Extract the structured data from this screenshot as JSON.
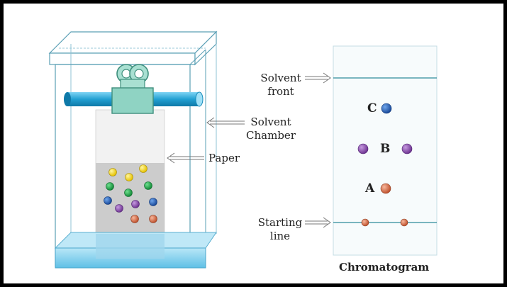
{
  "chamber_labels": {
    "solvent_chamber_line1": "Solvent",
    "solvent_chamber_line2": "Chamber",
    "paper": "Paper"
  },
  "chromatogram": {
    "solvent_front_line1": "Solvent",
    "solvent_front_line2": "front",
    "starting_line_line1": "Starting",
    "starting_line_line2": "line",
    "spot_labels": {
      "a": "A",
      "b": "B",
      "c": "C"
    },
    "caption": "Chromatogram"
  },
  "colors": {
    "clamp_green": "#8fd3c3",
    "rod_blue": "#29a3d4",
    "solvent_blue": "#7fd0ee",
    "paper_spot_area": "#c8c8c8",
    "spot_yellow": "#f2d21c",
    "spot_green": "#1fa64a",
    "spot_blue": "#1f5fb4",
    "spot_purple": "#8a4bb0",
    "spot_orange": "#e0704a",
    "line_teal": "#2e8b9a"
  }
}
